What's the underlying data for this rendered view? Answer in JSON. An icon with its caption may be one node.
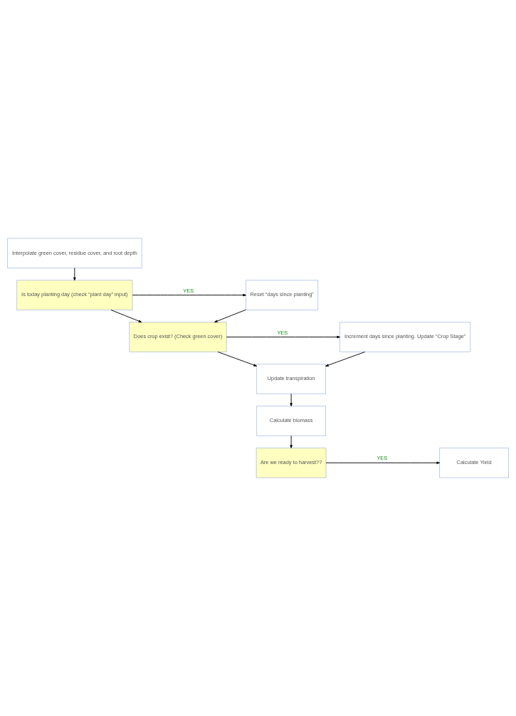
{
  "diagram": {
    "nodes": [
      {
        "text": [
          "Interpolate green cover, residue cover, and root depth"
        ]
      },
      {
        "text": [
          "Is today planting day (check “plant day” input)"
        ]
      },
      {
        "text": [
          "Reset “days since planting”"
        ]
      },
      {
        "text": [
          "Does crop exist? (Check green cover)"
        ]
      },
      {
        "text": [
          "Increment days since planting. Update “Crop Stage”"
        ]
      },
      {
        "text": [
          "Update transpiration"
        ]
      },
      {
        "text": [
          "Calculate biomass"
        ]
      },
      {
        "text": [
          "Are we ready to harvest??"
        ]
      },
      {
        "text": [
          "Calculate Yield"
        ]
      }
    ],
    "edges": [
      {
        "from": 0,
        "to": 1,
        "arrow": "to"
      },
      {
        "from": 1,
        "to": 2,
        "arrow": "to",
        "label": "YES"
      },
      {
        "from": 1,
        "to": 3,
        "arrow": "to"
      },
      {
        "from": 2,
        "to": 3,
        "arrow": "to"
      },
      {
        "from": 3,
        "to": 4,
        "arrow": "to",
        "label": "YES"
      },
      {
        "from": 3,
        "to": 5,
        "arrow": "to"
      },
      {
        "from": 4,
        "to": 5,
        "arrow": "to"
      },
      {
        "from": 5,
        "to": 6,
        "arrow": "to"
      },
      {
        "from": 6,
        "to": 7,
        "arrow": "to"
      },
      {
        "from": 7,
        "to": 8,
        "arrow": "to",
        "label": "YES"
      }
    ]
  }
}
